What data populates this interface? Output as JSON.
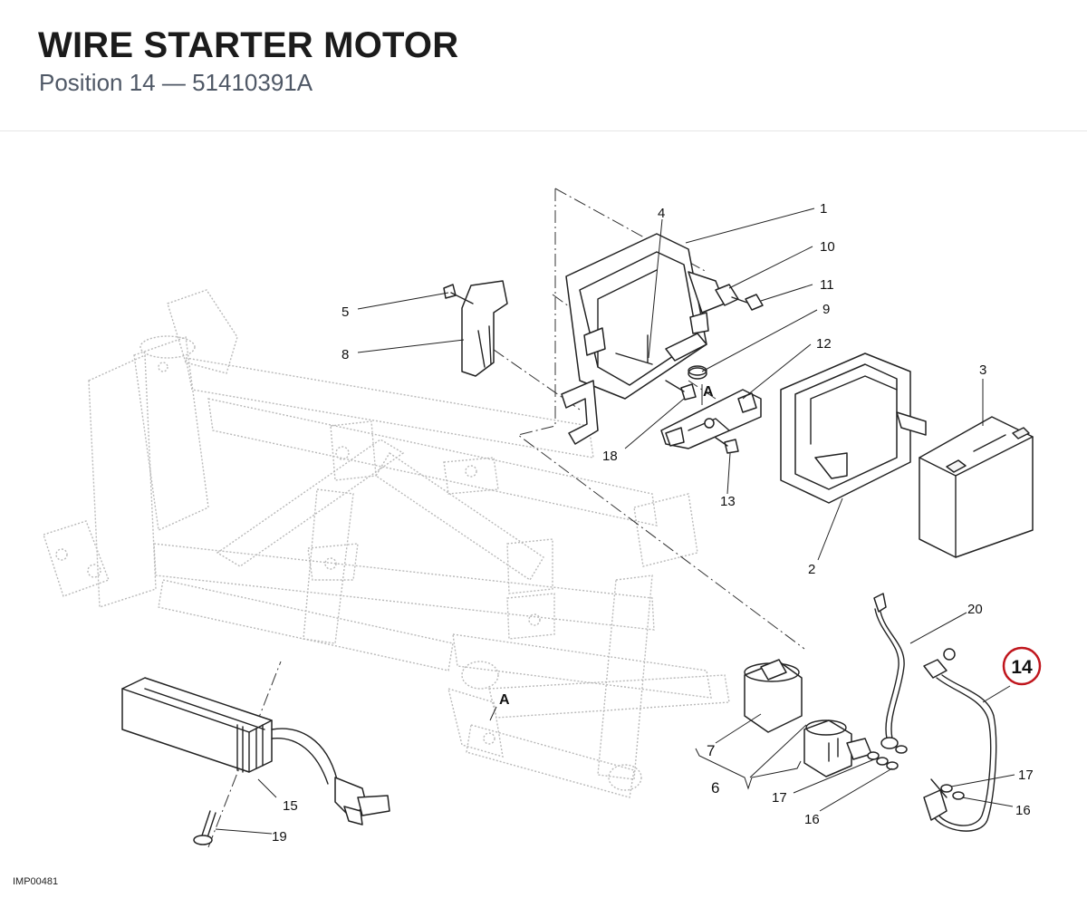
{
  "header": {
    "title": "WIRE STARTER MOTOR",
    "subtitle": "Position 14 — 51410391A"
  },
  "diagram": {
    "callouts": {
      "c1": "1",
      "c2": "2",
      "c3": "3",
      "c4": "4",
      "c5": "5",
      "c6": "6",
      "c7": "7",
      "c8": "8",
      "c9": "9",
      "c10": "10",
      "c11": "11",
      "c12": "12",
      "c13": "13",
      "c15": "15",
      "c16a": "16",
      "c16b": "16",
      "c17a": "17",
      "c17b": "17",
      "c18": "18",
      "c19": "19",
      "c20": "20"
    },
    "refs": {
      "ref_a_top": "A",
      "ref_a_bottom": "A"
    },
    "highlight": {
      "label": "14",
      "color": "#c0161d"
    }
  },
  "footer": {
    "image_code": "IMP00481"
  }
}
